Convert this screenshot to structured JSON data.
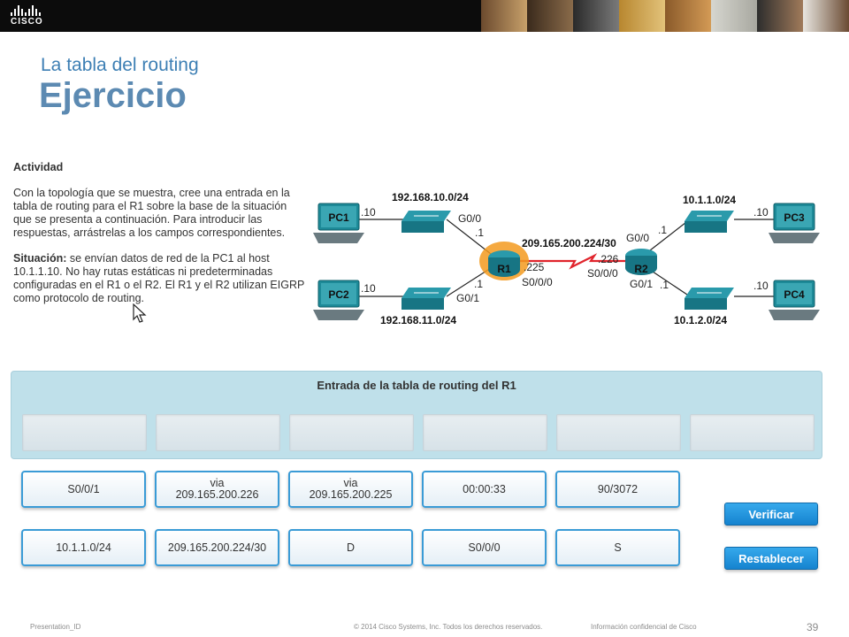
{
  "header": {
    "logo_text": "CISCO",
    "title_small": "La tabla del routing",
    "title_big": "Ejercicio"
  },
  "activity": {
    "heading": "Actividad",
    "instructions": "Con la topología que se muestra, cree una entrada en la tabla de routing para el R1 sobre la base de la situación que se presenta a continuación. Para introducir las respuestas, arrástrelas a los campos correspondientes.",
    "scenario_label": "Situación:",
    "scenario_text": " se envían datos de red de la PC1 al host 10.1.1.10. No hay rutas estáticas ni predeterminadas configuradas en el R1 o el R2. El R1 y el R2 utilizan EIGRP como protocolo de routing."
  },
  "topology": {
    "pc1": "PC1",
    "pc2": "PC2",
    "pc3": "PC3",
    "pc4": "PC4",
    "r1": "R1",
    "r2": "R2",
    "net_10": "192.168.10.0/24",
    "net_11": "192.168.11.0/24",
    "net_wan": "209.165.200.224/30",
    "net_1": "10.1.1.0/24",
    "net_2": "10.1.2.0/24",
    "host_10": ".10",
    "host_1": ".1",
    "r1_g00": "G0/0",
    "r1_g01": "G0/1",
    "r1_wan_ip": ".225",
    "r1_s000": "S0/0/0",
    "r2_wan_ip": ".226",
    "r2_s000": "S0/0/0",
    "r2_g00": "G0/0",
    "r2_g01": "G0/1"
  },
  "routing_panel": {
    "title": "Entrada de la tabla de routing del R1"
  },
  "cards": [
    "S0/0/1",
    "via\n209.165.200.226",
    "via\n209.165.200.225",
    "00:00:33",
    "90/3072",
    "10.1.1.0/24",
    "209.165.200.224/30",
    "D",
    "S0/0/0",
    "S"
  ],
  "buttons": {
    "verify": "Verificar",
    "reset": "Restablecer"
  },
  "footer": {
    "presentation_id": "Presentation_ID",
    "copyright": "© 2014 Cisco Systems, Inc. Todos los derechos reservados.",
    "confidential": "Información confidencial de Cisco",
    "page": "39"
  },
  "colors": {
    "title_blue": "#3d7fb4",
    "card_border": "#3a9bd6",
    "button_blue": "#1583cf",
    "panel_bg": "#bfe0ea",
    "router_glow": "#f39a1e",
    "wan_link": "#e0242c"
  }
}
